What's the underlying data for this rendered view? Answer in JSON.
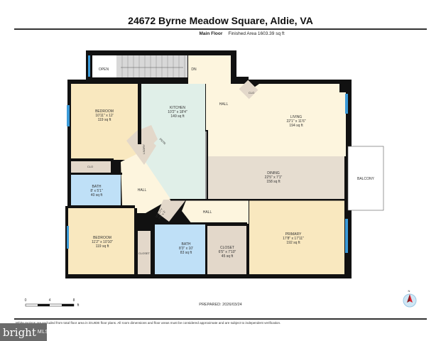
{
  "header": {
    "title": "24672 Byrne Meadow Square, Aldie, VA",
    "floor": "Main Floor",
    "finished_area": "Finished Area 1603.39 sq ft"
  },
  "rooms": {
    "bedroom1": {
      "name": "BEDROOM",
      "dims": "10'11\" x 12'",
      "area": "119 sq ft"
    },
    "kitchen": {
      "name": "KITCHEN",
      "dims": "10'2\" x 18'4\"",
      "area": "149 sq ft"
    },
    "living": {
      "name": "LIVING",
      "dims": "22'1\" x 11'6\"",
      "area": "194 sq ft"
    },
    "dining": {
      "name": "DINING",
      "dims": "22'5\" x 7'1\"",
      "area": "158 sq ft"
    },
    "bath1": {
      "name": "BATH",
      "dims": "8' x 5'1\"",
      "area": "40 sq ft"
    },
    "bedroom2": {
      "name": "BEDROOM",
      "dims": "11'2\" x 10'10\"",
      "area": "119 sq ft"
    },
    "bath2": {
      "name": "BATH",
      "dims": "8'3\" x 10'",
      "area": "83 sq ft"
    },
    "closet": {
      "name": "CLOSET",
      "dims": "6'5\" x 7'10\"",
      "area": "45 sq ft"
    },
    "primary": {
      "name": "PRIMARY",
      "dims": "17'8\" x 17'11\"",
      "area": "192 sq ft"
    },
    "utility": {
      "name": "UTILITY",
      "dims": "7'6\" x 3'"
    }
  },
  "labels": {
    "open": "OPEN",
    "dn": "DN",
    "hall_top": "HALL",
    "hall_left": "HALL",
    "hall_mid": "HALL",
    "clo_top": "CLO",
    "clo_left": "CLO",
    "lndry": "LNDRY",
    "pntr": "PNTR",
    "closet_small": "CLOSET",
    "balcony": "BALCONY"
  },
  "scale": {
    "ticks": [
      "0",
      "4",
      "8"
    ],
    "unit": "ft"
  },
  "compass": {
    "label": "N"
  },
  "prepared": "PREPARED: 2026/03/24",
  "disclaimer": "White regions are excluded from total floor area in iGUIDE floor plans. All room dimensions and floor areas must be considered approximate and are subject to independent verification.",
  "logo": {
    "text": "bright",
    "suffix": "MLS"
  },
  "colors": {
    "wall": "#111111",
    "bedroom": "#f9e8bf",
    "living": "#fdf5de",
    "dining": "#e6ddd0",
    "closet": "#e3d8ca",
    "bath": "#bfe0f7",
    "kitchen": "#e0efe8",
    "window": "#3b9ad8",
    "compass_red": "#d9232e"
  }
}
